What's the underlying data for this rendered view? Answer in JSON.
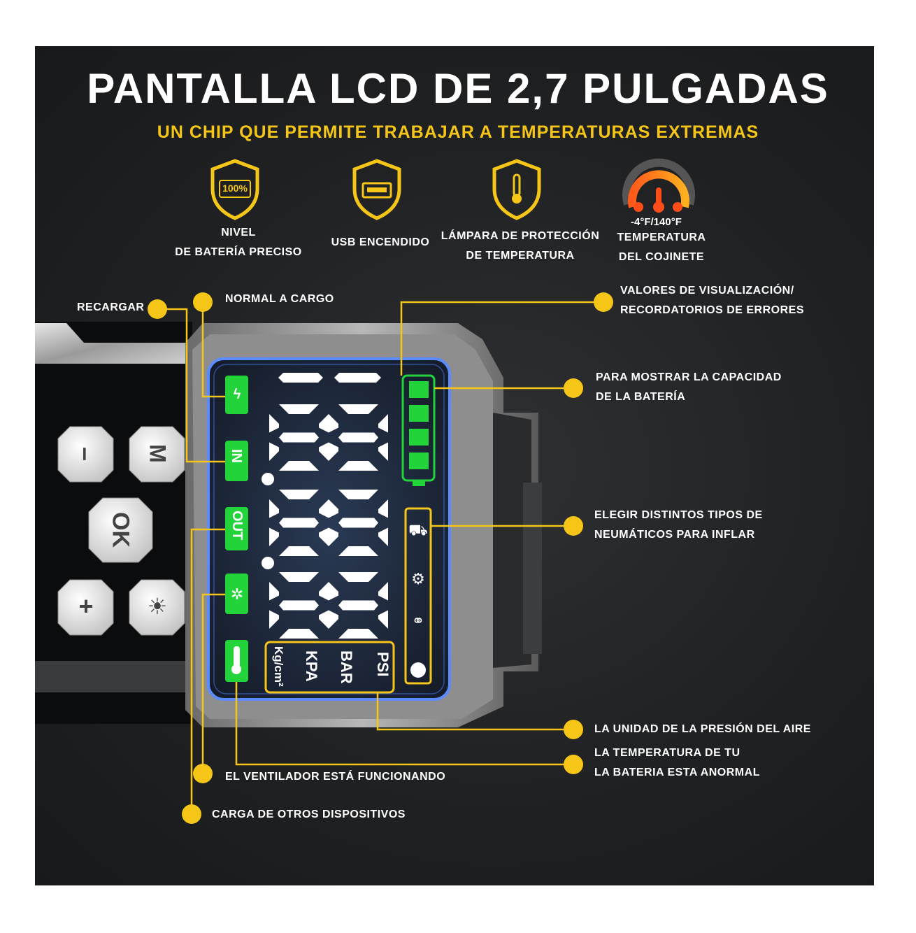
{
  "header": {
    "title": "PANTALLA LCD DE 2,7 PULGADAS",
    "subtitle": "UN CHIP QUE PERMITE TRABAJAR A TEMPERATURAS EXTREMAS"
  },
  "features": [
    {
      "icon": "battery-100-shield-icon",
      "lines": [
        "NIVEL",
        "DE BATERÍA PRECISO"
      ],
      "badge": "100%"
    },
    {
      "icon": "usb-shield-icon",
      "lines": [
        "USB ENCENDIDO"
      ]
    },
    {
      "icon": "thermometer-shield-icon",
      "lines": [
        "LÁMPARA DE PROTECCIÓN",
        "DE TEMPERATURA"
      ]
    },
    {
      "icon": "temperature-gauge-icon",
      "range": "-4°F/140°F",
      "lines": [
        "TEMPERATURA",
        "DEL COJINETE"
      ]
    }
  ],
  "callouts": {
    "recharge": "RECARGAR",
    "normal_charge": "NORMAL A CARGO",
    "display_values": [
      "VALORES DE VISUALIZACIÓN/",
      "RECORDATORIOS DE ERRORES"
    ],
    "battery_capacity": [
      "PARA MOSTRAR LA CAPACIDAD",
      "DE LA BATERÍA"
    ],
    "tire_types": [
      "ELEGIR DISTINTOS TIPOS DE",
      "NEUMÁTICOS PARA INFLAR"
    ],
    "pressure_unit": "LA UNIDAD DE LA PRESIÓN DEL AIRE",
    "battery_temp": [
      "LA TEMPERATURA DE TU",
      "LA BATERIA ESTA ANORMAL"
    ],
    "fan_running": "EL VENTILADOR ESTÁ FUNCIONANDO",
    "charge_others": "CARGA DE OTROS DISPOSITIVOS"
  },
  "device": {
    "buttons": [
      "–",
      "M",
      "OK",
      "+",
      "☀"
    ],
    "indicators": [
      "IN",
      "OUT"
    ],
    "units": [
      "PSI",
      "BAR",
      "KPA",
      "Kg/cm²"
    ]
  },
  "colors": {
    "accent": "#f5c518",
    "lcd_green": "#22d33a",
    "background": "#1f2123"
  }
}
